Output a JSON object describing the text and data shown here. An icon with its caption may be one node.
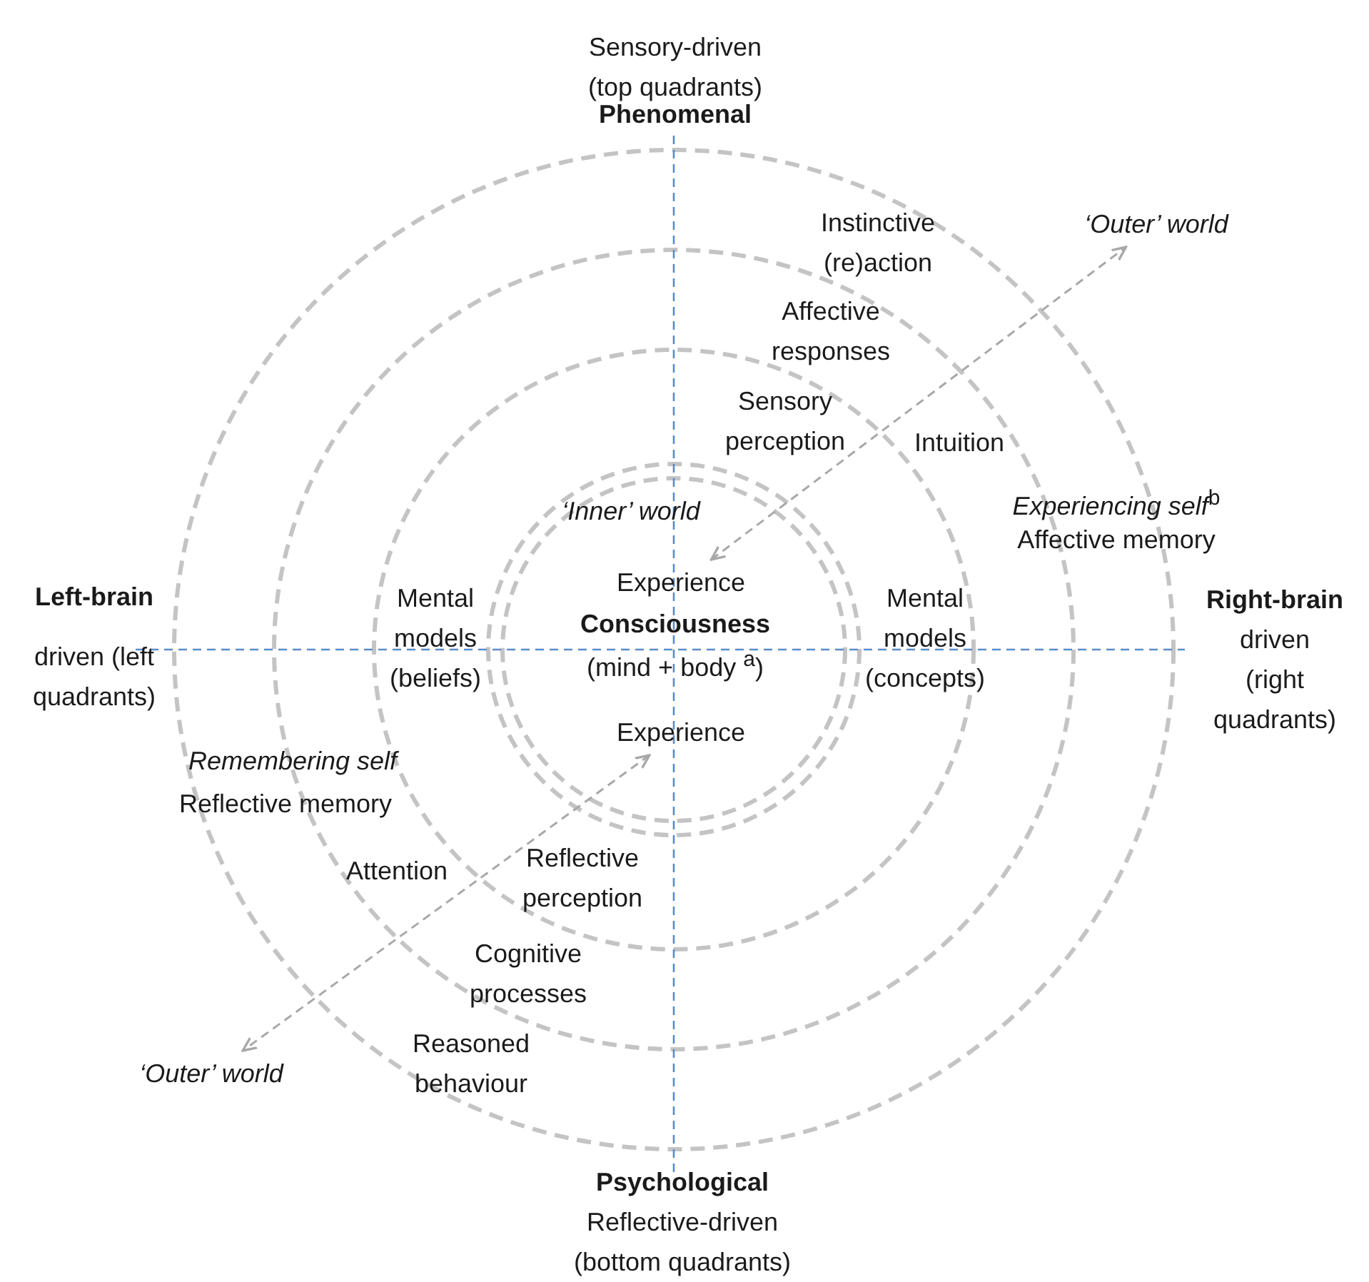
{
  "diagram": {
    "nodes": [
      {
        "text": [
          "‘Outer’ world"
        ]
      },
      {
        "text": [
          "Experience"
        ]
      },
      {
        "text": [
          "Experience"
        ]
      },
      {
        "text": [
          "‘Outer’ world"
        ]
      }
    ],
    "edges": [
      {
        "from": 1,
        "to": 0,
        "arrow": "both"
      },
      {
        "from": 2,
        "to": 3,
        "arrow": "both"
      }
    ],
    "labels": [
      "Sensory-driven (top quadrants)",
      "Phenomenal",
      "Instinctive (re)action",
      "Affective responses",
      "Sensory perception",
      "Intuition",
      "‘Inner’ world",
      "*Experiencing self*$^{b}$",
      "Affective memory",
      "Left-brain",
      "driven (left quadrants)",
      "Mental models (beliefs)",
      "Consciousness",
      "(mind + body $^{a}$)",
      "Mental models (concepts)",
      "Right-brain",
      "driven (right quadrants)",
      "Remembering self",
      "Reflective memory",
      "Attention",
      "Reflective perception",
      "Cognitive processes",
      "Reasoned behaviour",
      "Psychological",
      "Reflective-driven (bottom quadrants)"
    ]
  }
}
